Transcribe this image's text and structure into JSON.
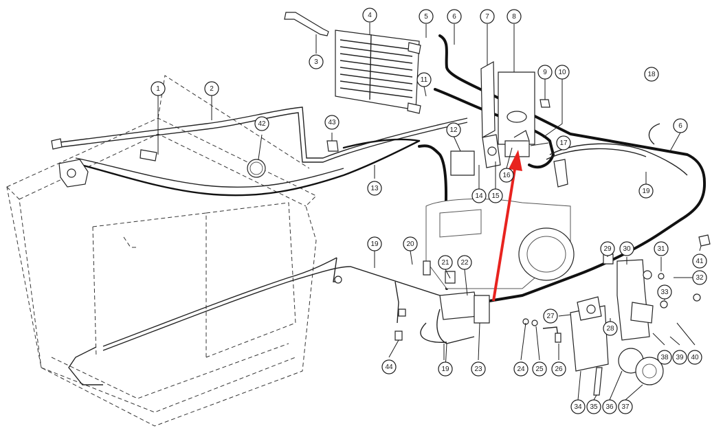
{
  "colors": {
    "line": "#1a1a1a",
    "highlight_fill": "#9aab3c",
    "arrow": "#e8231f"
  },
  "callouts": [
    {
      "id": "c1",
      "label": "1"
    },
    {
      "id": "c2",
      "label": "2"
    },
    {
      "id": "c3",
      "label": "3"
    },
    {
      "id": "c4",
      "label": "4"
    },
    {
      "id": "c5",
      "label": "5"
    },
    {
      "id": "c6a",
      "label": "6"
    },
    {
      "id": "c6b",
      "label": "6"
    },
    {
      "id": "c7",
      "label": "7"
    },
    {
      "id": "c8",
      "label": "8"
    },
    {
      "id": "c9",
      "label": "9"
    },
    {
      "id": "c10",
      "label": "10"
    },
    {
      "id": "c11",
      "label": "11"
    },
    {
      "id": "c12",
      "label": "12"
    },
    {
      "id": "c13",
      "label": "13"
    },
    {
      "id": "c14",
      "label": "14"
    },
    {
      "id": "c15",
      "label": "15"
    },
    {
      "id": "c16",
      "label": "16"
    },
    {
      "id": "c17",
      "label": "17",
      "highlighted": true
    },
    {
      "id": "c18",
      "label": "18"
    },
    {
      "id": "c19a",
      "label": "19"
    },
    {
      "id": "c19b",
      "label": "19"
    },
    {
      "id": "c19c",
      "label": "19"
    },
    {
      "id": "c20",
      "label": "20"
    },
    {
      "id": "c21",
      "label": "21"
    },
    {
      "id": "c22",
      "label": "22"
    },
    {
      "id": "c23",
      "label": "23"
    },
    {
      "id": "c24",
      "label": "24"
    },
    {
      "id": "c25",
      "label": "25"
    },
    {
      "id": "c26",
      "label": "26"
    },
    {
      "id": "c27",
      "label": "27"
    },
    {
      "id": "c28",
      "label": "28"
    },
    {
      "id": "c29",
      "label": "29"
    },
    {
      "id": "c30",
      "label": "30"
    },
    {
      "id": "c31",
      "label": "31"
    },
    {
      "id": "c32",
      "label": "32"
    },
    {
      "id": "c33",
      "label": "33"
    },
    {
      "id": "c34",
      "label": "34"
    },
    {
      "id": "c35",
      "label": "35"
    },
    {
      "id": "c36",
      "label": "36"
    },
    {
      "id": "c37",
      "label": "37"
    },
    {
      "id": "c38",
      "label": "38"
    },
    {
      "id": "c39",
      "label": "39"
    },
    {
      "id": "c40",
      "label": "40"
    },
    {
      "id": "c41",
      "label": "41"
    },
    {
      "id": "c42",
      "label": "42"
    },
    {
      "id": "c43",
      "label": "43"
    },
    {
      "id": "c44",
      "label": "44"
    }
  ]
}
